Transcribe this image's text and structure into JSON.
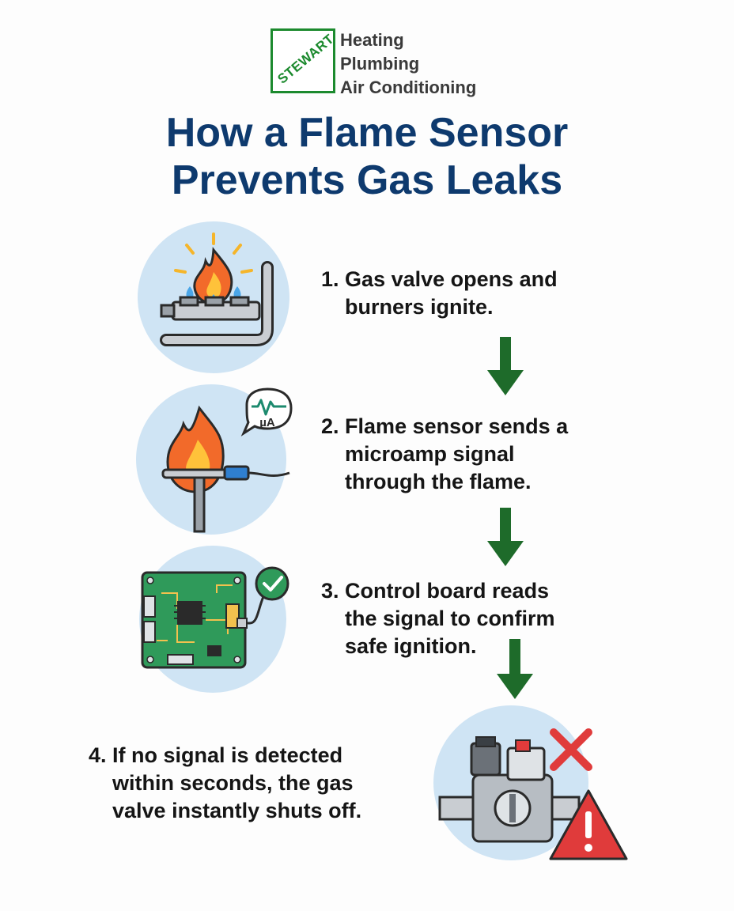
{
  "brand": {
    "logo_word": "STEWART",
    "lines": [
      "Heating",
      "Plumbing",
      "Air Conditioning"
    ]
  },
  "title": [
    "How a Flame Sensor",
    "Prevents Gas Leaks"
  ],
  "steps": [
    {
      "number": "1.",
      "lines": [
        "Gas valve opens and",
        "burners ignite."
      ],
      "icon": "burner-flame-icon"
    },
    {
      "number": "2.",
      "lines": [
        "Flame sensor sends a",
        "microamp signal",
        "through the flame."
      ],
      "icon": "flame-sensor-icon",
      "bubble_label": "µA"
    },
    {
      "number": "3.",
      "lines": [
        "Control board reads",
        "the signal to confirm",
        "safe ignition."
      ],
      "icon": "control-board-icon"
    },
    {
      "number": "4.",
      "lines": [
        "If no signal is detected",
        "within seconds, the gas",
        "valve instantly shuts off."
      ],
      "icon": "gas-valve-shutoff-icon"
    }
  ],
  "colors": {
    "title": "#0e3a6e",
    "brand_green": "#1c8a2e",
    "arrow_green": "#1e6b2a",
    "circle_bg": "#cfe4f4",
    "warning_red": "#e03b3b"
  }
}
